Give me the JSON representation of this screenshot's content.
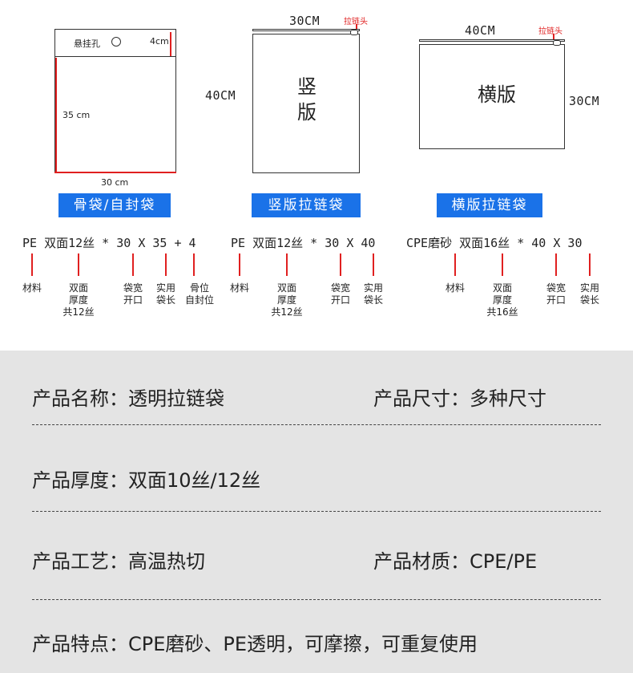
{
  "diagrams": {
    "bone": {
      "hang_hole_label": "悬挂孔",
      "top_size": "4cm",
      "height": "35 cm",
      "width": "30 cm",
      "badge": "骨袋/自封袋"
    },
    "vertical": {
      "width": "30CM",
      "height": "40CM",
      "zipper_label": "拉链头",
      "center_text_1": "竖",
      "center_text_2": "版",
      "badge": "竖版拉链袋"
    },
    "horizontal": {
      "width": "40CM",
      "height": "30CM",
      "zipper_label": "拉链头",
      "center_text": "横版",
      "badge": "横版拉链袋"
    }
  },
  "specs": {
    "bone": {
      "text": "PE 双面12丝 * 30 X 35 + 4",
      "labels": [
        "材料",
        "双面\n厚度\n共12丝",
        "袋宽\n开口",
        "实用\n袋长",
        "骨位\n自封位"
      ]
    },
    "vertical": {
      "text": "PE 双面12丝 * 30 X 40",
      "labels": [
        "材料",
        "双面\n厚度\n共12丝",
        "袋宽\n开口",
        "实用\n袋长"
      ]
    },
    "horizontal": {
      "text": "CPE磨砂 双面16丝 * 40 X 30",
      "labels": [
        "材料",
        "双面\n厚度\n共16丝",
        "袋宽\n开口",
        "实用\n袋长"
      ]
    }
  },
  "info": {
    "name": "产品名称：透明拉链袋",
    "size": "产品尺寸：多种尺寸",
    "thickness": "产品厚度：双面10丝/12丝",
    "process": "产品工艺：高温热切",
    "material": "产品材质：CPE/PE",
    "features": "产品特点：CPE磨砂、PE透明，可摩擦，可重复使用"
  },
  "colors": {
    "accent_blue": "#1a72e8",
    "marker_red": "#e02020",
    "panel_gray": "#e4e4e4"
  }
}
